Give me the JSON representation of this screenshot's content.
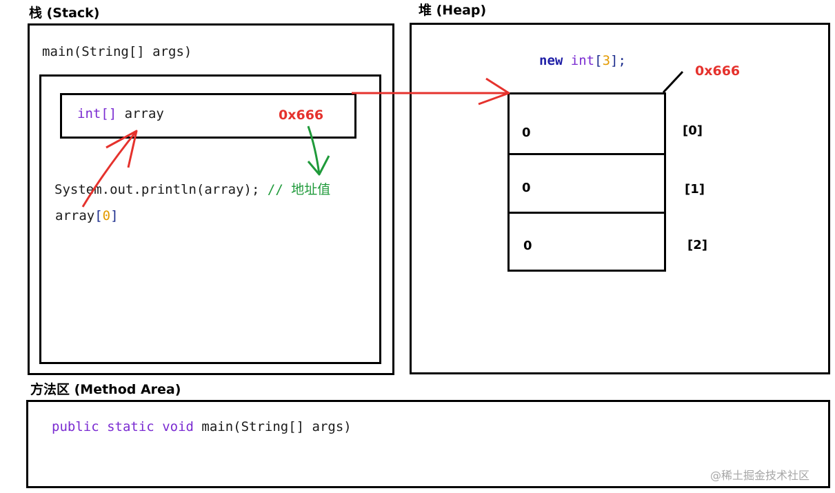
{
  "stack": {
    "title": "栈 (Stack)",
    "frame_label": "main(String[] args)",
    "var_type": "int[]",
    "var_name": "array",
    "var_value": "0x666",
    "println_code": "System.out.println(array);",
    "comment_prefix": "//",
    "comment_text": "地址值",
    "access_name": "array",
    "access_index": "0"
  },
  "heap": {
    "title": "堆 (Heap)",
    "new_kw": "new",
    "new_type": "int",
    "new_size": "3",
    "address": "0x666",
    "cells": [
      {
        "value": "0",
        "index": "[0]"
      },
      {
        "value": "0",
        "index": "[1]"
      },
      {
        "value": "0",
        "index": "[2]"
      }
    ]
  },
  "method_area": {
    "title": "方法区 (Method Area)",
    "kw_public": "public",
    "kw_static": "static",
    "kw_void": "void",
    "signature": "main(String[] args)"
  },
  "watermark": "@稀土掘金技术社区",
  "colors": {
    "arrow_red": "#e5322d",
    "arrow_green": "#1f9a3a",
    "keyword_purple": "#7a2bd1",
    "keyword_blue": "#1e1ea6",
    "number_orange": "#e39a00"
  }
}
